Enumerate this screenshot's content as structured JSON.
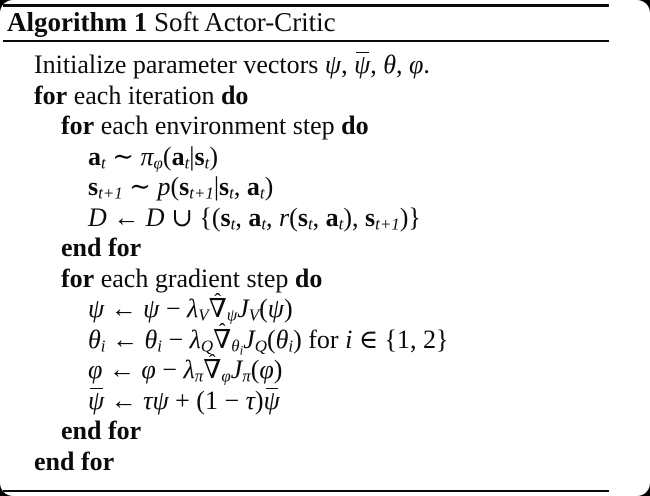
{
  "colors": {
    "outside_bg": "#000000",
    "page_bg": "#ffffff",
    "text": "#0b0b0b",
    "rule": "#0b0b0b"
  },
  "algorithm": {
    "title_label": "Algorithm 1",
    "title_name": " Soft Actor-Critic",
    "lines": [
      {
        "indent": 0,
        "segs": [
          {
            "t": "Initialize parameter vectors ",
            "s": "rm"
          },
          {
            "t": "ψ",
            "s": "it"
          },
          {
            "t": ", ",
            "s": "rm"
          },
          {
            "t": "ψ",
            "s": "bar"
          },
          {
            "t": ", ",
            "s": "rm"
          },
          {
            "t": "θ",
            "s": "it"
          },
          {
            "t": ", ",
            "s": "rm"
          },
          {
            "t": "φ",
            "s": "it"
          },
          {
            "t": ".",
            "s": "rm"
          }
        ]
      },
      {
        "indent": 0,
        "segs": [
          {
            "t": "for",
            "s": "kw"
          },
          {
            "t": " each iteration ",
            "s": "rm"
          },
          {
            "t": "do",
            "s": "kw"
          }
        ]
      },
      {
        "indent": 1,
        "segs": [
          {
            "t": "for",
            "s": "kw"
          },
          {
            "t": " each environment step ",
            "s": "rm"
          },
          {
            "t": "do",
            "s": "kw"
          }
        ]
      },
      {
        "indent": 2,
        "segs": [
          {
            "t": "a",
            "s": "bf"
          },
          {
            "t": "t",
            "s": "sub"
          },
          {
            "t": " ∼ ",
            "s": "rm"
          },
          {
            "t": "π",
            "s": "it"
          },
          {
            "t": "φ",
            "s": "sub"
          },
          {
            "t": "(",
            "s": "rm"
          },
          {
            "t": "a",
            "s": "bf"
          },
          {
            "t": "t",
            "s": "sub"
          },
          {
            "t": "|",
            "s": "rm"
          },
          {
            "t": "s",
            "s": "bf"
          },
          {
            "t": "t",
            "s": "sub"
          },
          {
            "t": ")",
            "s": "rm"
          }
        ]
      },
      {
        "indent": 2,
        "segs": [
          {
            "t": "s",
            "s": "bf"
          },
          {
            "t": "t+1",
            "s": "sub"
          },
          {
            "t": " ∼ ",
            "s": "rm"
          },
          {
            "t": "p",
            "s": "it"
          },
          {
            "t": "(",
            "s": "rm"
          },
          {
            "t": "s",
            "s": "bf"
          },
          {
            "t": "t+1",
            "s": "sub"
          },
          {
            "t": "|",
            "s": "rm"
          },
          {
            "t": "s",
            "s": "bf"
          },
          {
            "t": "t",
            "s": "sub"
          },
          {
            "t": ", ",
            "s": "rm"
          },
          {
            "t": "a",
            "s": "bf"
          },
          {
            "t": "t",
            "s": "sub"
          },
          {
            "t": ")",
            "s": "rm"
          }
        ]
      },
      {
        "indent": 2,
        "segs": [
          {
            "t": "D",
            "s": "cal"
          },
          {
            "t": " ← ",
            "s": "rm"
          },
          {
            "t": "D",
            "s": "cal"
          },
          {
            "t": " ∪ {(",
            "s": "rm"
          },
          {
            "t": "s",
            "s": "bf"
          },
          {
            "t": "t",
            "s": "sub"
          },
          {
            "t": ", ",
            "s": "rm"
          },
          {
            "t": "a",
            "s": "bf"
          },
          {
            "t": "t",
            "s": "sub"
          },
          {
            "t": ", ",
            "s": "rm"
          },
          {
            "t": "r",
            "s": "it"
          },
          {
            "t": "(",
            "s": "rm"
          },
          {
            "t": "s",
            "s": "bf"
          },
          {
            "t": "t",
            "s": "sub"
          },
          {
            "t": ", ",
            "s": "rm"
          },
          {
            "t": "a",
            "s": "bf"
          },
          {
            "t": "t",
            "s": "sub"
          },
          {
            "t": "), ",
            "s": "rm"
          },
          {
            "t": "s",
            "s": "bf"
          },
          {
            "t": "t+1",
            "s": "sub"
          },
          {
            "t": ")}",
            "s": "rm"
          }
        ]
      },
      {
        "indent": 1,
        "segs": [
          {
            "t": "end for",
            "s": "kw"
          }
        ]
      },
      {
        "indent": 1,
        "segs": [
          {
            "t": "for",
            "s": "kw"
          },
          {
            "t": " each gradient step ",
            "s": "rm"
          },
          {
            "t": "do",
            "s": "kw"
          }
        ]
      },
      {
        "indent": 2,
        "segs": [
          {
            "t": "ψ",
            "s": "it"
          },
          {
            "t": " ← ",
            "s": "rm"
          },
          {
            "t": "ψ",
            "s": "it"
          },
          {
            "t": " − ",
            "s": "rm"
          },
          {
            "t": "λ",
            "s": "it"
          },
          {
            "t": "V",
            "s": "sub"
          },
          {
            "t": "∇",
            "s": "hat"
          },
          {
            "t": "ψ",
            "s": "sub"
          },
          {
            "t": "J",
            "s": "it"
          },
          {
            "t": "V",
            "s": "sub"
          },
          {
            "t": "(",
            "s": "rm"
          },
          {
            "t": "ψ",
            "s": "it"
          },
          {
            "t": ")",
            "s": "rm"
          }
        ]
      },
      {
        "indent": 2,
        "segs": [
          {
            "t": "θ",
            "s": "it"
          },
          {
            "t": "i",
            "s": "sub"
          },
          {
            "t": " ← ",
            "s": "rm"
          },
          {
            "t": "θ",
            "s": "it"
          },
          {
            "t": "i",
            "s": "sub"
          },
          {
            "t": " − ",
            "s": "rm"
          },
          {
            "t": "λ",
            "s": "it"
          },
          {
            "t": "Q",
            "s": "sub"
          },
          {
            "t": "∇",
            "s": "hat"
          },
          {
            "t": "θ",
            "s": "sub"
          },
          {
            "t": "i",
            "s": "ssub"
          },
          {
            "t": "J",
            "s": "it"
          },
          {
            "t": "Q",
            "s": "sub"
          },
          {
            "t": "(",
            "s": "rm"
          },
          {
            "t": "θ",
            "s": "it"
          },
          {
            "t": "i",
            "s": "sub"
          },
          {
            "t": ") for ",
            "s": "rm"
          },
          {
            "t": "i",
            "s": "it"
          },
          {
            "t": " ∈ {1, 2}",
            "s": "rm"
          }
        ]
      },
      {
        "indent": 2,
        "segs": [
          {
            "t": "φ",
            "s": "it"
          },
          {
            "t": " ← ",
            "s": "rm"
          },
          {
            "t": "φ",
            "s": "it"
          },
          {
            "t": " − ",
            "s": "rm"
          },
          {
            "t": "λ",
            "s": "it"
          },
          {
            "t": "π",
            "s": "sub"
          },
          {
            "t": "∇",
            "s": "hat"
          },
          {
            "t": "φ",
            "s": "sub"
          },
          {
            "t": "J",
            "s": "it"
          },
          {
            "t": "π",
            "s": "sub"
          },
          {
            "t": "(",
            "s": "rm"
          },
          {
            "t": "φ",
            "s": "it"
          },
          {
            "t": ")",
            "s": "rm"
          }
        ]
      },
      {
        "indent": 2,
        "segs": [
          {
            "t": "ψ",
            "s": "bar"
          },
          {
            "t": " ← ",
            "s": "rm"
          },
          {
            "t": "τψ",
            "s": "it"
          },
          {
            "t": " + (1 − ",
            "s": "rm"
          },
          {
            "t": "τ",
            "s": "it"
          },
          {
            "t": ")",
            "s": "rm"
          },
          {
            "t": "ψ",
            "s": "bar"
          }
        ]
      },
      {
        "indent": 1,
        "segs": [
          {
            "t": "end for",
            "s": "kw"
          }
        ]
      },
      {
        "indent": 0,
        "segs": [
          {
            "t": "end for",
            "s": "kw"
          }
        ]
      }
    ]
  }
}
